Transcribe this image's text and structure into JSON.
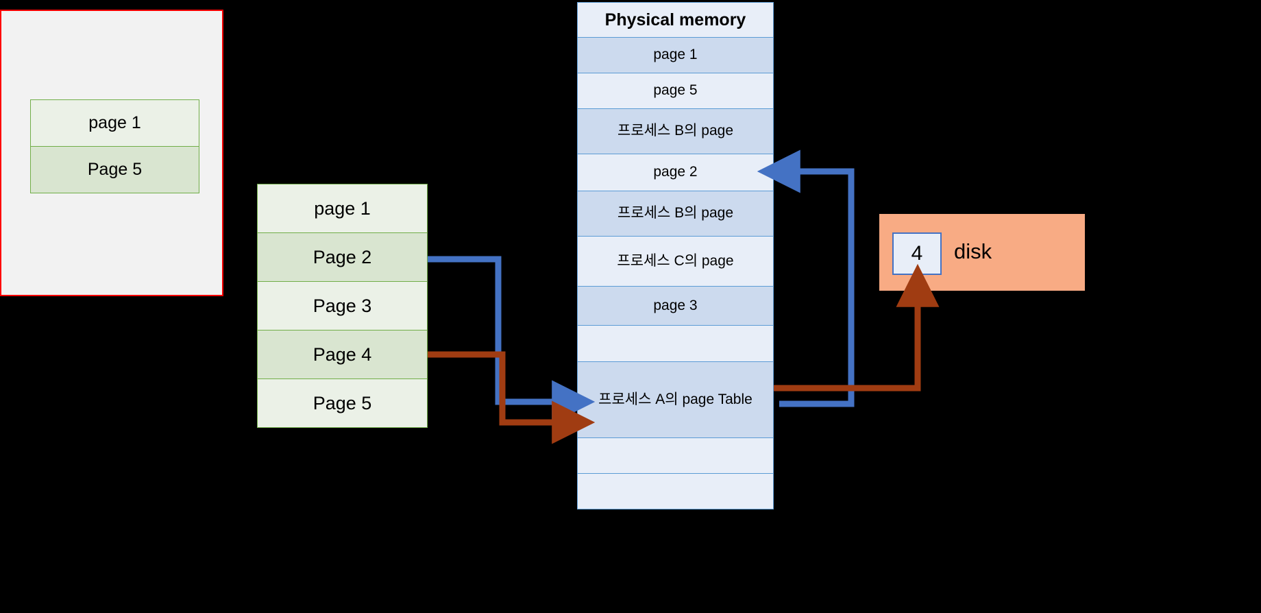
{
  "background_color": "#000000",
  "left_panel": {
    "border_color": "#ff0000",
    "fill_color": "#f2f2f2",
    "rows": [
      {
        "label": "page 1",
        "fill": "#ebf1e7"
      },
      {
        "label": "Page 5",
        "fill": "#d9e5d0"
      }
    ]
  },
  "page_table": {
    "border_color": "#70ad47",
    "rows": [
      {
        "label": "page 1",
        "fill": "#ebf1e7"
      },
      {
        "label": "Page 2",
        "fill": "#d9e5d0"
      },
      {
        "label": "Page 3",
        "fill": "#ebf1e7"
      },
      {
        "label": "Page 4",
        "fill": "#d9e5d0"
      },
      {
        "label": "Page 5",
        "fill": "#ebf1e7"
      }
    ]
  },
  "physical_memory": {
    "title": "Physical memory",
    "border_color": "#5b9bd5",
    "rows": [
      {
        "label": "page 1"
      },
      {
        "label": "page 5"
      },
      {
        "label": "프로세스 B의 page"
      },
      {
        "label": "page 2"
      },
      {
        "label": "프로세스 B의 page"
      },
      {
        "label": "프로세스 C의 page"
      },
      {
        "label": "page 3"
      },
      {
        "label": ""
      },
      {
        "label": "프로세스 A의 page Table"
      },
      {
        "label": ""
      },
      {
        "label": ""
      }
    ]
  },
  "disk": {
    "label": "disk",
    "slot_value": "4",
    "fill_color": "#f8ab84",
    "slot_fill": "#e8eef8",
    "slot_border": "#4472c4"
  },
  "connectors": {
    "blue_color": "#4472c4",
    "brown_color": "#a03c12",
    "items": [
      {
        "name": "page2-to-page-table",
        "color": "#4472c4"
      },
      {
        "name": "page4-to-page-table",
        "color": "#a03c12"
      },
      {
        "name": "disk-to-page2",
        "color": "#4472c4"
      },
      {
        "name": "page-table-to-disk",
        "color": "#a03c12"
      }
    ]
  }
}
